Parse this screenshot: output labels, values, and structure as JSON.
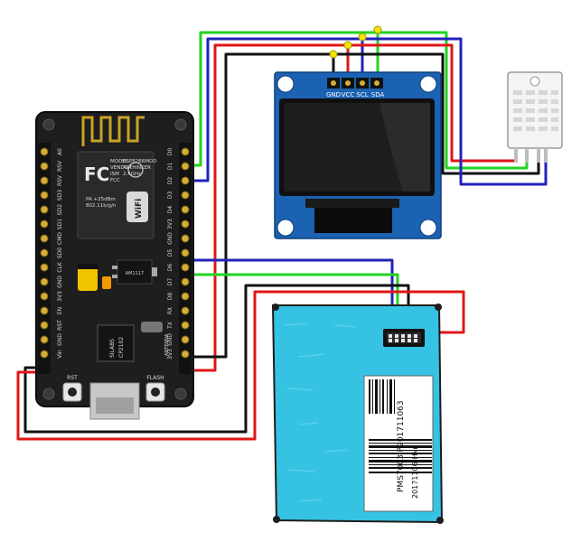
{
  "oled": {
    "pins": [
      "GND",
      "VCC",
      "SCL",
      "SDA"
    ]
  },
  "nodemcu": {
    "left_pins": [
      "A0",
      "RSV",
      "RSV",
      "SD3",
      "SD2",
      "SD1",
      "CMD",
      "SD0",
      "CLK",
      "GND",
      "3V3",
      "EN",
      "RST",
      "GND",
      "Vin"
    ],
    "right_pins": [
      "D0",
      "D1",
      "D2",
      "D3",
      "D4",
      "3V3",
      "GND",
      "D5",
      "D6",
      "D7",
      "D8",
      "RX",
      "TX",
      "GND",
      "3V3"
    ],
    "module_text": [
      "MODEL",
      "VENDOR",
      "ISM",
      "FCC",
      "ESP8266MOD",
      "AI-THINKER",
      "2.4GHz",
      "PA +25dBm",
      "802.11b/g/n"
    ],
    "fc_logo": "FC",
    "wifi_logo": "WiFi",
    "regulator": "AM1117",
    "chip_brand": "SILABS",
    "chip_model": "CP2102",
    "antenna_label": "ANTENNA",
    "rst_label": "RST",
    "flash_label": "FLASH"
  },
  "sensor_label": {
    "line1": "PMS7003 P201711063",
    "line2": "20171106-Hkr"
  },
  "wire_colors": {
    "green": "#1fd41f",
    "blue": "#2222bb",
    "red": "#e01616",
    "black": "#111111",
    "yellow": "#f2e600"
  }
}
